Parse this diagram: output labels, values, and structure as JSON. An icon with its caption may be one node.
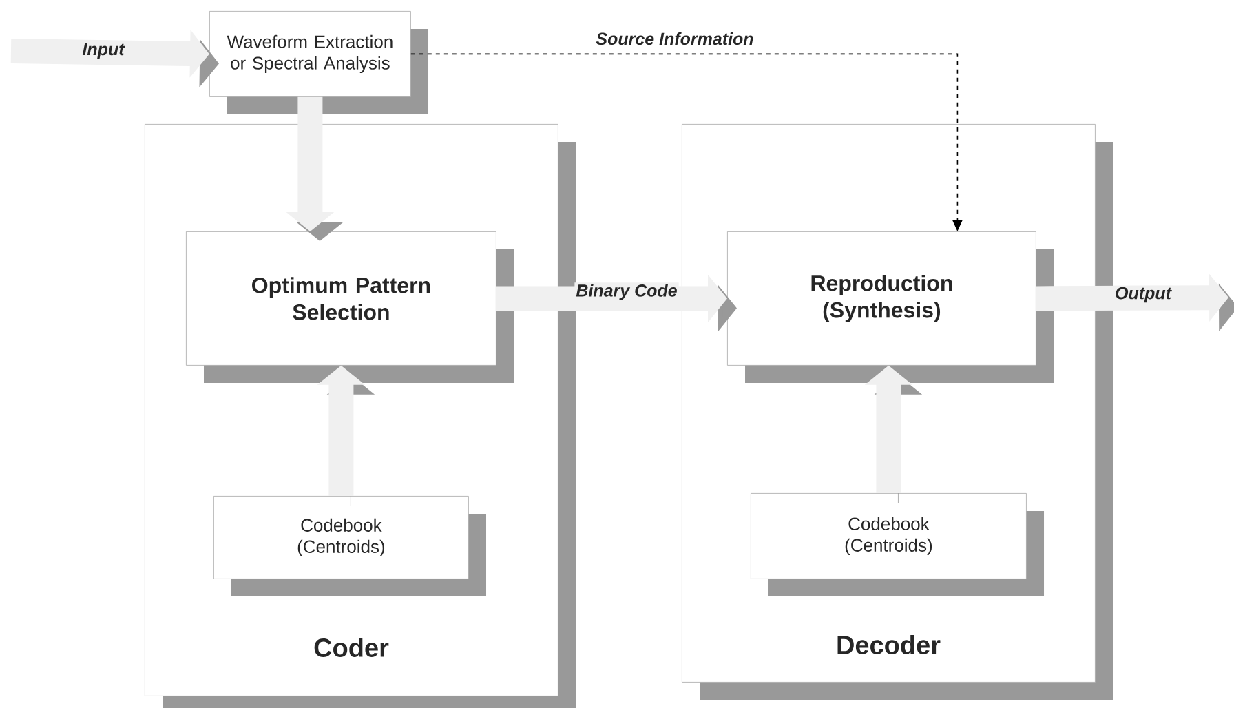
{
  "diagram": {
    "nodes": [
      {
        "text": [
          "Coder"
        ]
      },
      {
        "text": [
          "Waveform Extraction or Spectral Analysis"
        ]
      },
      {
        "text": [
          "Optimum Pattern Selection"
        ],
        "in": 0
      },
      {
        "text": [
          "Codebook (Centroids)"
        ],
        "in": 0
      },
      {
        "text": [
          "Decoder"
        ]
      },
      {
        "text": [
          "Reproduction (Synthesis)"
        ],
        "in": 4
      },
      {
        "text": [
          "Codebook (Centroids)"
        ],
        "in": 4
      }
    ],
    "edges": [
      {
        "from": null,
        "to": 1,
        "arrow": "to",
        "label": "Input"
      },
      {
        "from": 1,
        "to": 2,
        "arrow": "to"
      },
      {
        "from": 3,
        "to": 2,
        "arrow": "to"
      },
      {
        "from": 2,
        "to": 5,
        "arrow": "to",
        "label": "Binary Code"
      },
      {
        "from": 6,
        "to": 5,
        "arrow": "to"
      },
      {
        "from": 5,
        "to": null,
        "arrow": "to",
        "label": "Output"
      },
      {
        "from": 1,
        "to": 5,
        "arrow": "to",
        "style": "dashed",
        "color": "#000000",
        "label": "Source Information"
      }
    ]
  }
}
